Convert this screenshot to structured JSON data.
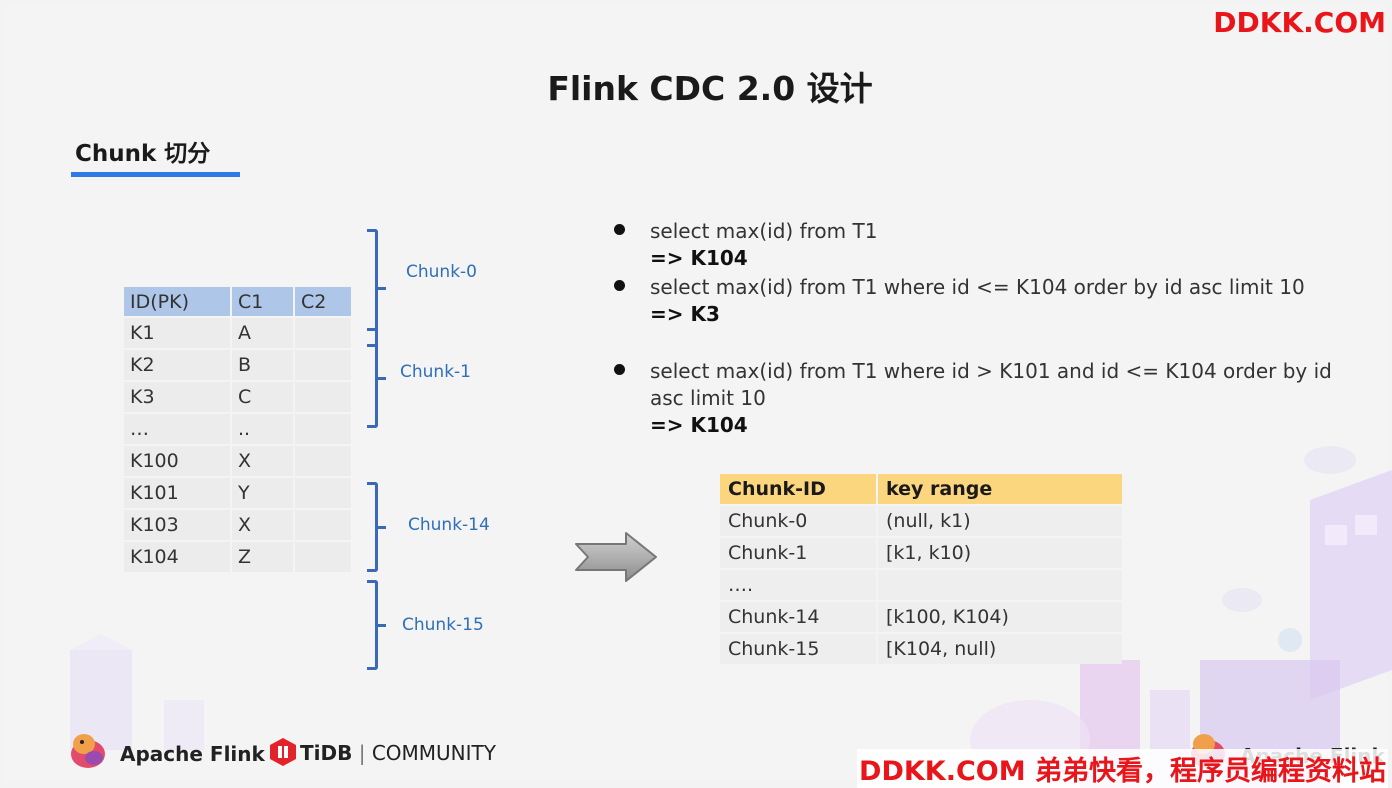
{
  "watermark": {
    "top": "DDKK.COM",
    "bottom": "DDKK.COM 弟弟快看，程序员编程资料站"
  },
  "slide": {
    "title": "Flink CDC 2.0 设计",
    "subtitle": "Chunk 切分"
  },
  "left_table": {
    "headers": [
      "ID(PK)",
      "C1",
      "C2"
    ],
    "rows": [
      [
        "K1",
        "A",
        ""
      ],
      [
        "K2",
        "B",
        ""
      ],
      [
        "K3",
        "C",
        ""
      ],
      [
        "…",
        "..",
        ""
      ],
      [
        "K100",
        "X",
        ""
      ],
      [
        "K101",
        "Y",
        ""
      ],
      [
        "K103",
        "X",
        ""
      ],
      [
        "K104",
        "Z",
        ""
      ]
    ]
  },
  "chunks": [
    "Chunk-0",
    "Chunk-1",
    "Chunk-14",
    "Chunk-15"
  ],
  "bullets": [
    {
      "lines": [
        "select max(id) from T1"
      ],
      "result": "=>  K104"
    },
    {
      "lines": [
        "select max(id) from T1 where id <= K104 order by id asc limit 10"
      ],
      "result": "=> K3"
    },
    {
      "lines": [
        "select max(id) from T1 where id > K101 and id <= K104 order by id",
        "asc limit 10"
      ],
      "result": "=> K104"
    }
  ],
  "right_table": {
    "headers": [
      "Chunk-ID",
      "key range"
    ],
    "rows": [
      [
        "Chunk-0",
        "(null, k1)"
      ],
      [
        "Chunk-1",
        "[k1, k10)"
      ],
      [
        "….",
        ""
      ],
      [
        "Chunk-14",
        "[k100, K104)"
      ],
      [
        "Chunk-15",
        "[K104, null)"
      ]
    ]
  },
  "footer": {
    "flink_label": "Apache Flink",
    "tidb_brand": "TiDB",
    "tidb_sep": "|",
    "tidb_community": "COMMUNITY",
    "bottom_right_flink": "Apache Flink"
  },
  "colors": {
    "watermark": "#e8151b",
    "underline": "#2f7be6",
    "left_header": "#aec6e8",
    "right_header": "#fbd67e",
    "bracket": "#3a69b8"
  }
}
